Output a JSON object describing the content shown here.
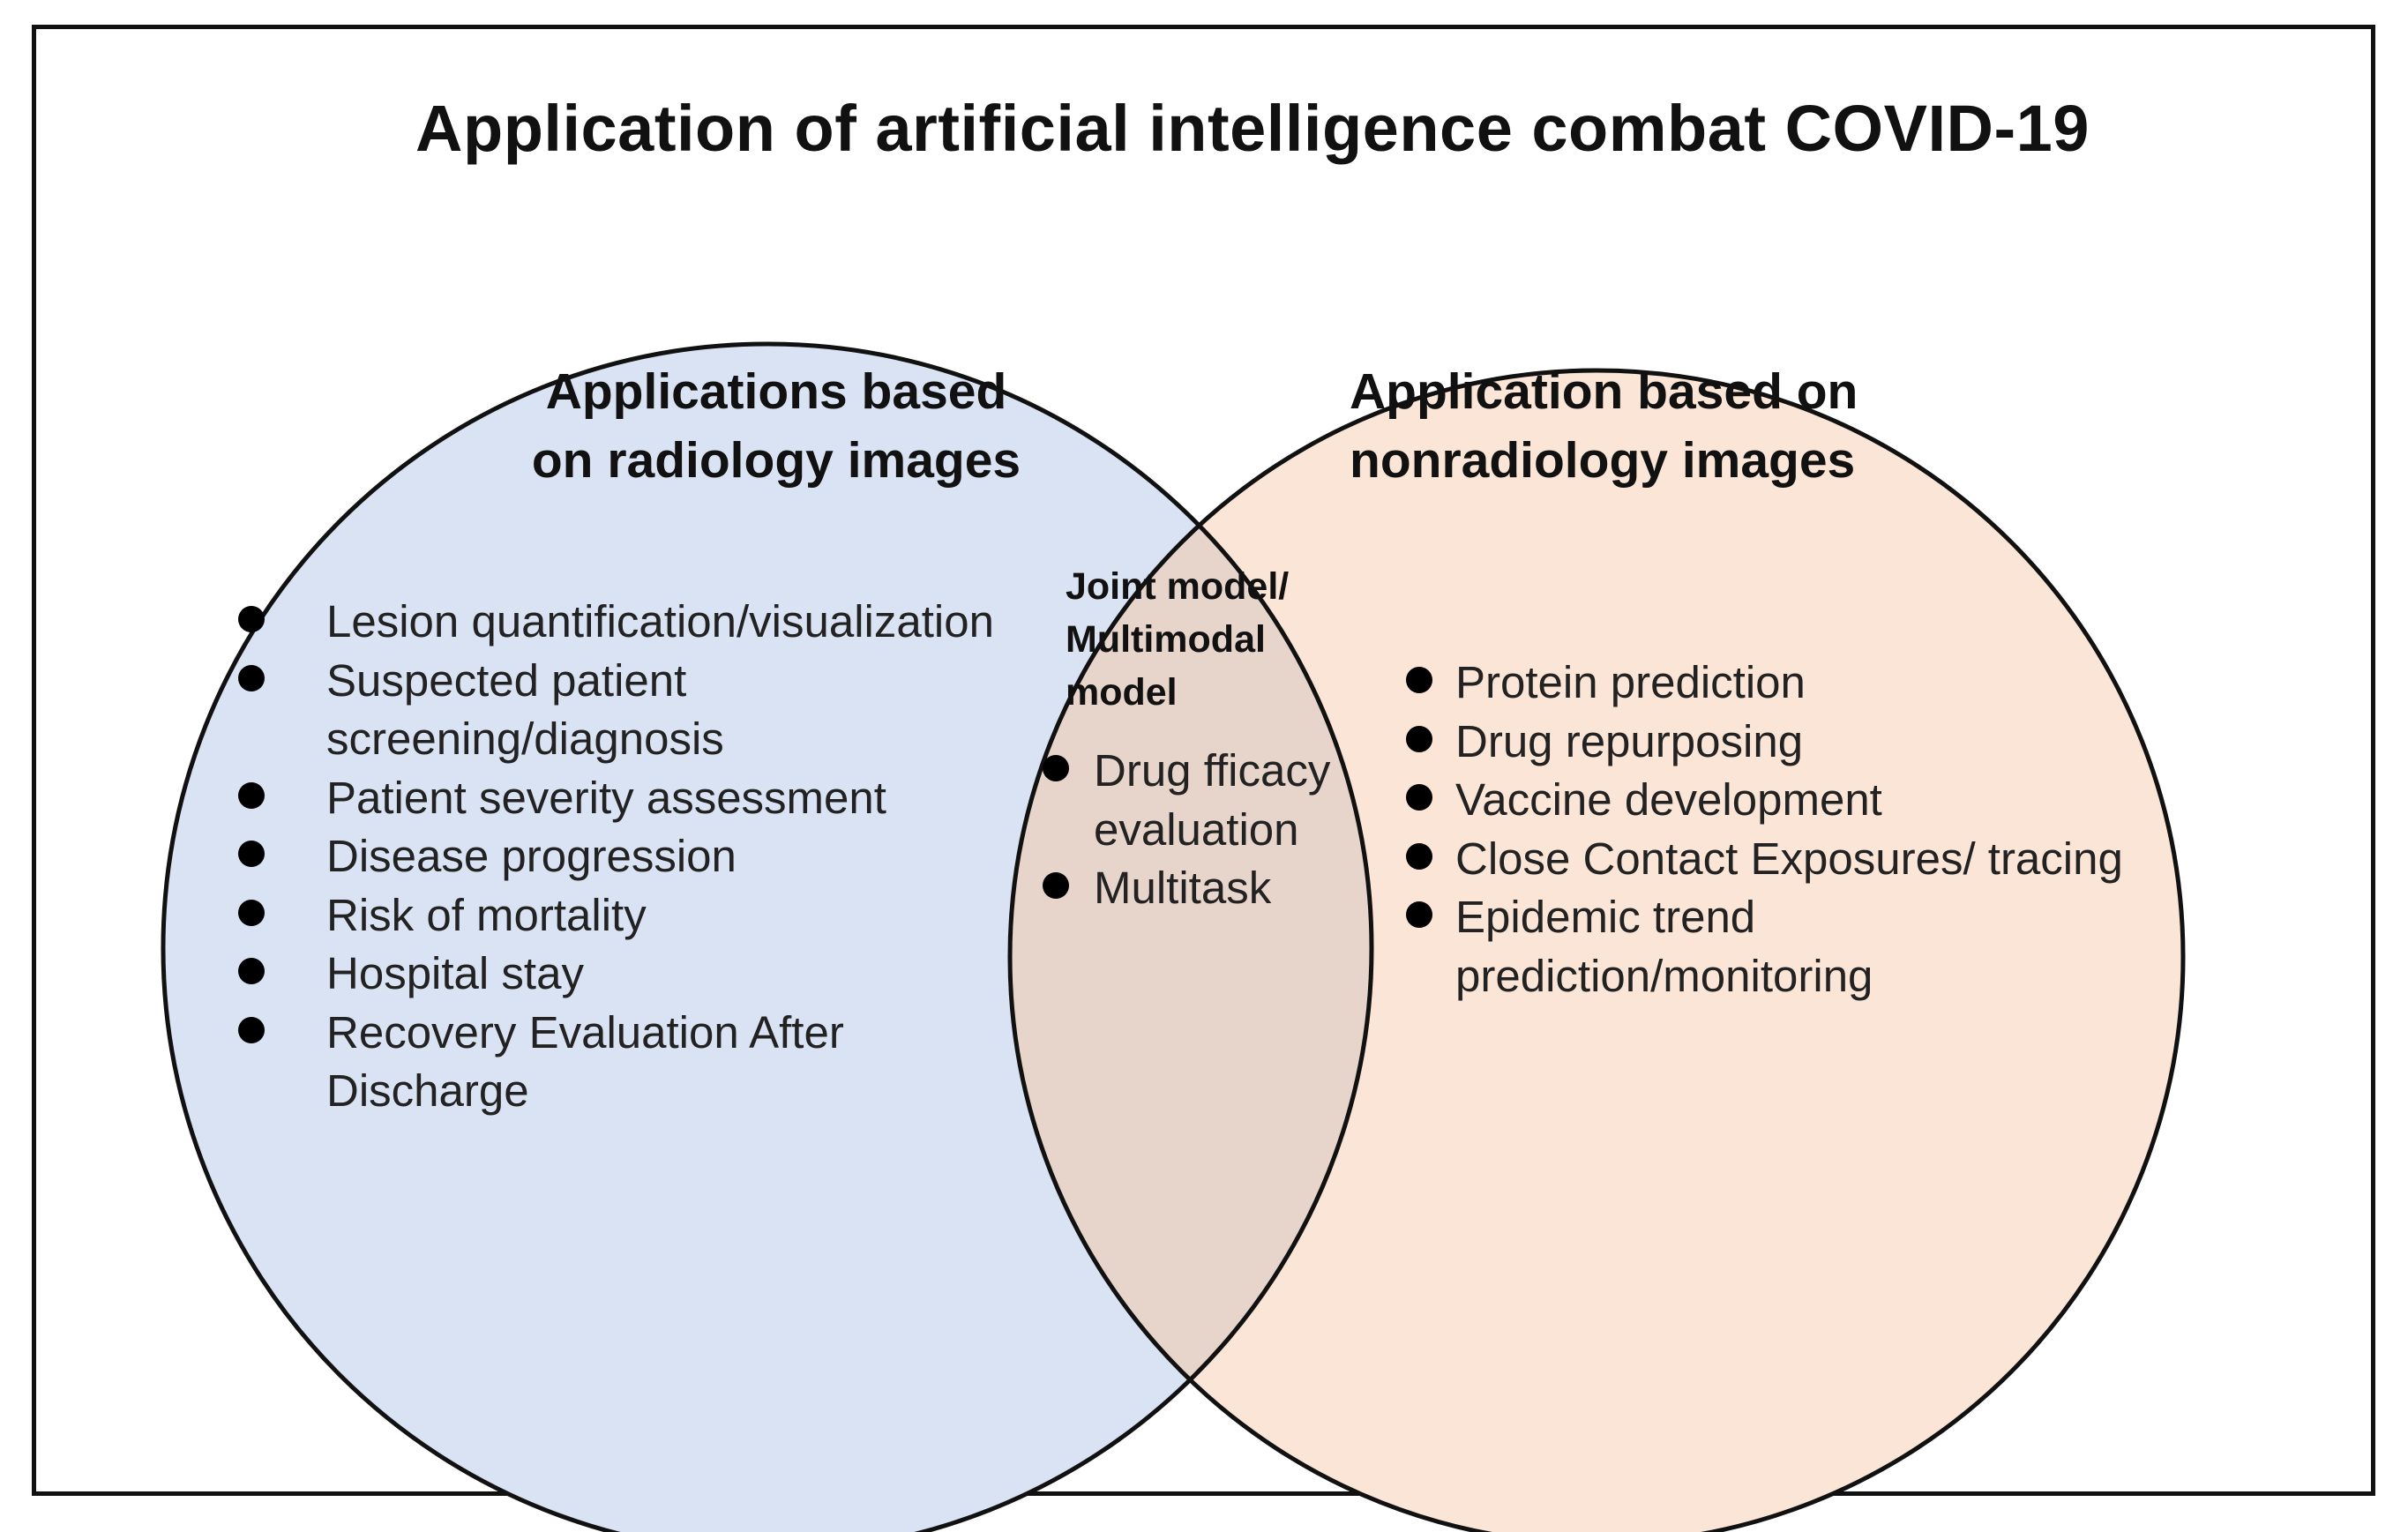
{
  "title": "Application of artificial intelligence combat COVID-19",
  "colors": {
    "left_fill": "#dae3f3",
    "right_fill": "#fbe5d6",
    "overlap_fill": "#e7d5cb",
    "stroke": "#111111"
  },
  "left_set": {
    "title_lines": [
      "Applications based",
      "on radiology images"
    ],
    "items": [
      {
        "lines": [
          "Lesion quantification/visualization"
        ]
      },
      {
        "lines": [
          "Suspected patient",
          "screening/diagnosis"
        ]
      },
      {
        "lines": [
          "Patient severity assessment"
        ]
      },
      {
        "lines": [
          "Disease progression"
        ]
      },
      {
        "lines": [
          "Risk of mortality"
        ]
      },
      {
        "lines": [
          "Hospital stay"
        ]
      },
      {
        "lines": [
          "Recovery Evaluation After",
          "Discharge"
        ]
      }
    ]
  },
  "right_set": {
    "title_lines": [
      "Application based on",
      "nonradiology images"
    ],
    "items": [
      {
        "lines": [
          "Protein prediction"
        ]
      },
      {
        "lines": [
          "Drug repurposing"
        ]
      },
      {
        "lines": [
          "Vaccine development"
        ]
      },
      {
        "lines": [
          "Close Contact Exposures/ tracing"
        ]
      },
      {
        "lines": [
          "Epidemic trend",
          "prediction/monitoring"
        ]
      }
    ]
  },
  "overlap": {
    "title_lines": [
      "Joint model/",
      "Multimodal",
      "model"
    ],
    "items": [
      {
        "lines": [
          "Drug fficacy",
          "evaluation"
        ]
      },
      {
        "lines": [
          "Multitask"
        ]
      }
    ]
  }
}
